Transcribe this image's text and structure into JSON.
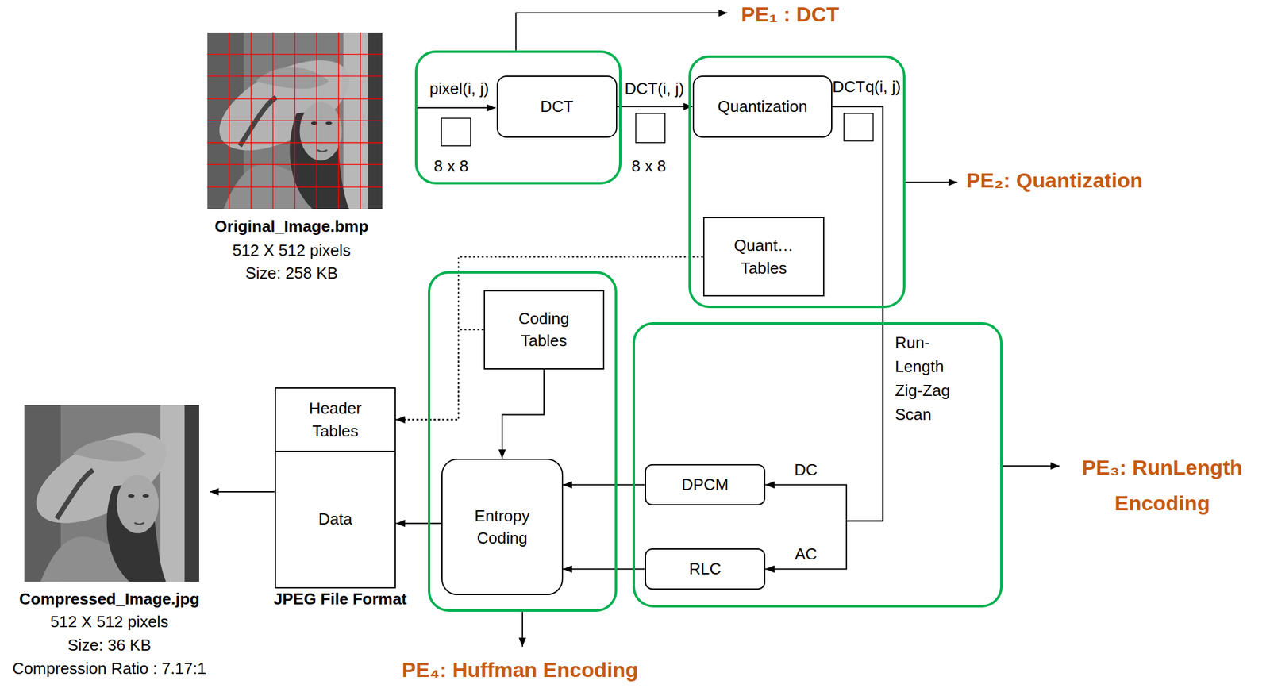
{
  "diagram": {
    "nodes": [
      {
        "text": [
          "PE₁ : DCT"
        ]
      },
      {
        "text": [
          "DCT"
        ],
        "in": 0
      },
      {
        "text": [
          "PE₂: Quantization"
        ]
      },
      {
        "text": [
          "Quantization"
        ],
        "in": 2
      },
      {
        "text": [
          "Quant… Tables"
        ],
        "in": 2
      },
      {
        "text": [
          "PE₄: Huffman Encoding"
        ]
      },
      {
        "text": [
          "Coding Tables"
        ],
        "in": 5
      },
      {
        "text": [
          "Entropy Coding"
        ],
        "in": 5
      },
      {
        "text": [
          "PE₃: RunLength Encoding"
        ]
      },
      {
        "text": [
          "DPCM"
        ],
        "in": 8
      },
      {
        "text": [
          "RLC"
        ],
        "in": 8
      },
      {
        "text": [
          "Header Tables"
        ]
      },
      {
        "text": [
          "Data"
        ]
      }
    ],
    "edges": [
      {
        "from": 1,
        "to": 3,
        "arrow": "to"
      },
      {
        "from": 3,
        "to": 9,
        "label": "DC",
        "arrow": "to"
      },
      {
        "from": 3,
        "to": 10,
        "label": "AC",
        "arrow": "to"
      },
      {
        "from": 9,
        "to": 7,
        "arrow": "to"
      },
      {
        "from": 10,
        "to": 7,
        "arrow": "to"
      },
      {
        "from": 6,
        "to": 7,
        "arrow": "to"
      },
      {
        "from": 7,
        "to": 12,
        "arrow": "to"
      },
      {
        "from": 4,
        "to": 11,
        "arrow": "to"
      },
      {
        "from": 6,
        "to": 11,
        "arrow": "to"
      }
    ],
    "labels": [
      "pixel(i, j)",
      "8 x 8",
      "DCT(i, j)",
      "8 x 8",
      "DCTq(i, j)",
      "Run- Length Zig-Zag Scan",
      "Original_Image.bmp",
      "512 X 512 pixels",
      "Size: 258 KB",
      "JPEG File Format",
      "Compressed_Image.jpg",
      "512 X 512 pixels",
      "Size: 36 KB",
      "Compression Ratio : 7.17:1"
    ]
  }
}
